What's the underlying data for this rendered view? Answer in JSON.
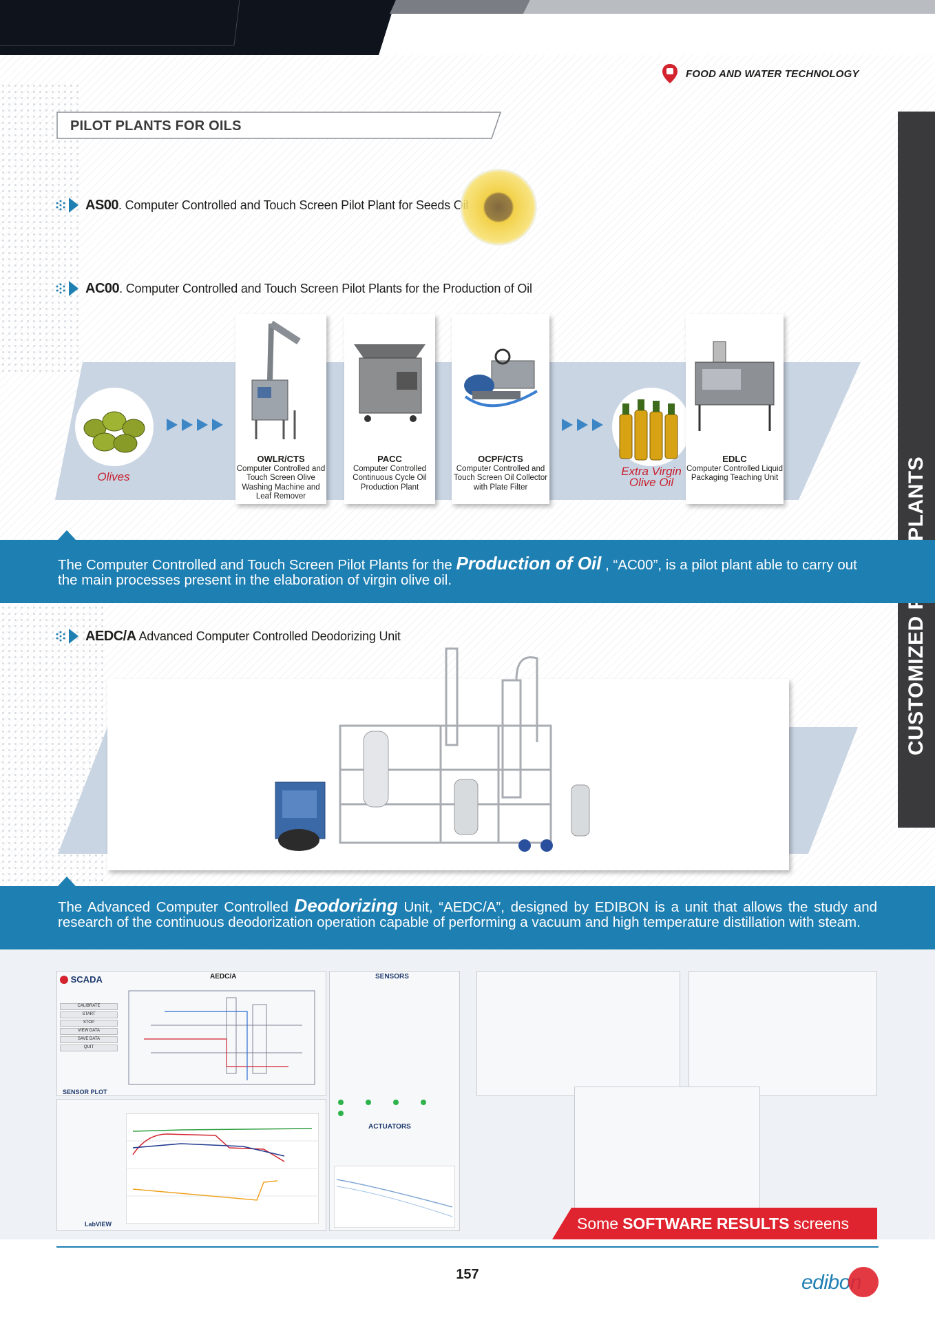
{
  "header": {
    "category": "FOOD AND WATER TECHNOLOGY",
    "section_title": "PILOT PLANTS FOR OILS",
    "side_tab": "CUSTOMIZED PILOT PLANTS"
  },
  "products": [
    {
      "code": "AS00",
      "description": ". Computer Controlled and Touch Screen Pilot Plant for Seeds Oil"
    },
    {
      "code": "AC00",
      "description": ". Computer Controlled and Touch Screen Pilot Plants for the Production of Oil"
    },
    {
      "code": "AEDC/A",
      "description": " Advanced Computer Controlled Deodorizing Unit"
    }
  ],
  "process": {
    "start_label": "Olives",
    "end_label_line1": "Extra Virgin",
    "end_label_line2": "Olive Oil",
    "units": [
      {
        "code": "OWLR/CTS",
        "desc": "Computer Controlled and Touch Screen Olive Washing Machine and Leaf Remover"
      },
      {
        "code": "PACC",
        "desc": "Computer Controlled Continuous Cycle Oil Production Plant"
      },
      {
        "code": "OCPF/CTS",
        "desc": "Computer Controlled and Touch Screen Oil Collector with Plate Filter"
      },
      {
        "code": "EDLC",
        "desc": "Computer Controlled Liquid Packaging Teaching Unit"
      }
    ]
  },
  "band1": {
    "before": "The Computer Controlled and Touch Screen Pilot Plants for the ",
    "highlight": "Production of Oil",
    "after": " , “AC00”, is a pilot plant able to carry out the main processes present in the elaboration of virgin olive oil."
  },
  "band2": {
    "before": "The Advanced Computer Controlled ",
    "highlight": "Deodorizing",
    "after": " Unit, “AEDC/A”, designed by EDIBON is a unit that allows the study and research of the continuous deodorization operation capable of performing a vacuum and high temperature distillation with steam."
  },
  "software": {
    "brand": "SCADA",
    "screen_title": "AEDC/A",
    "sensor_plot": "SENSOR PLOT",
    "sensors": "SENSORS",
    "actuators": "ACTUATORS",
    "labview": "LabVIEW",
    "menu_items": [
      "CALIBRATE",
      "START",
      "STOP",
      "VIEW DATA",
      "SAVE DATA",
      "QUIT"
    ],
    "results_pre": "Some",
    "results_bold": "SOFTWARE RESULTS",
    "results_post": "screens"
  },
  "footer": {
    "page_number": "157",
    "logo": "edibon"
  },
  "colors": {
    "blue": "#1e7fb2",
    "red": "#e0242f",
    "dark": "#3a3a3c",
    "parallelogram": "#c9d5e3"
  }
}
